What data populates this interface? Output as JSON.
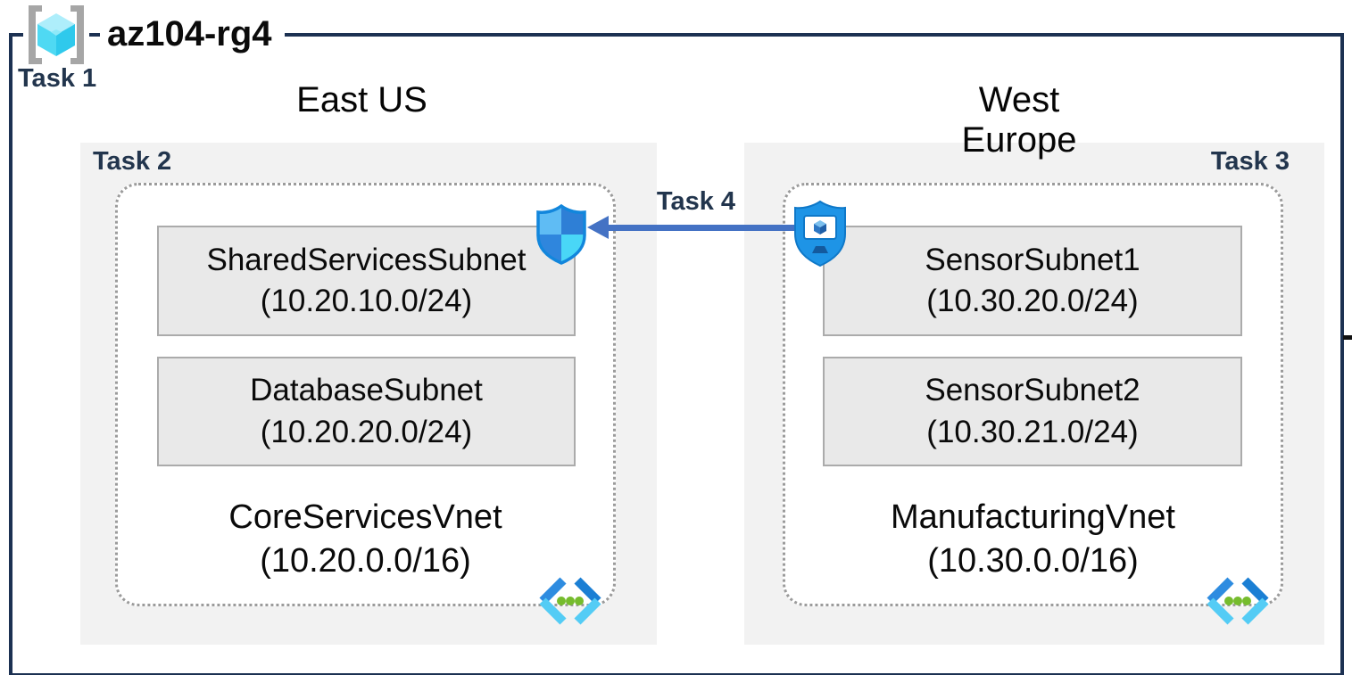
{
  "title": {
    "rg_name": "az104-rg4",
    "task": "Task 1"
  },
  "regions": [
    {
      "name": "East US",
      "task": "Task 2",
      "subnets": [
        {
          "name": "SharedServicesSubnet",
          "cidr": "(10.20.10.0/24)"
        },
        {
          "name": "DatabaseSubnet",
          "cidr": "(10.20.20.0/24)"
        }
      ],
      "vnet": {
        "name": "CoreServicesVnet",
        "cidr": "(10.20.0.0/16)"
      }
    },
    {
      "name": "West Europe",
      "task": "Task 3",
      "subnets": [
        {
          "name": "SensorSubnet1",
          "cidr": "(10.30.20.0/24)"
        },
        {
          "name": "SensorSubnet2",
          "cidr": "(10.30.21.0/24)"
        }
      ],
      "vnet": {
        "name": "ManufacturingVnet",
        "cidr": "(10.30.0.0/16)"
      }
    }
  ],
  "peering": {
    "task": "Task 4",
    "direction": "west-to-east"
  },
  "icons": {
    "resource_group": "resource-group-icon",
    "network_security_group": "nsg-shield-icon",
    "application_security_group": "asg-shield-monitor-icon",
    "virtual_network": "vnet-brackets-icon"
  },
  "colors": {
    "frame_navy": "#1c3152",
    "task_text": "#22354d",
    "arrow_blue": "#4472c4",
    "region_bg": "#f2f2f2",
    "subnet_bg": "#e9e9e9",
    "subnet_border": "#ababab",
    "dotted_border": "#9b9b9b",
    "cube_cyan": "#45d9f2",
    "vnet_green_dot": "#76bc2d"
  }
}
